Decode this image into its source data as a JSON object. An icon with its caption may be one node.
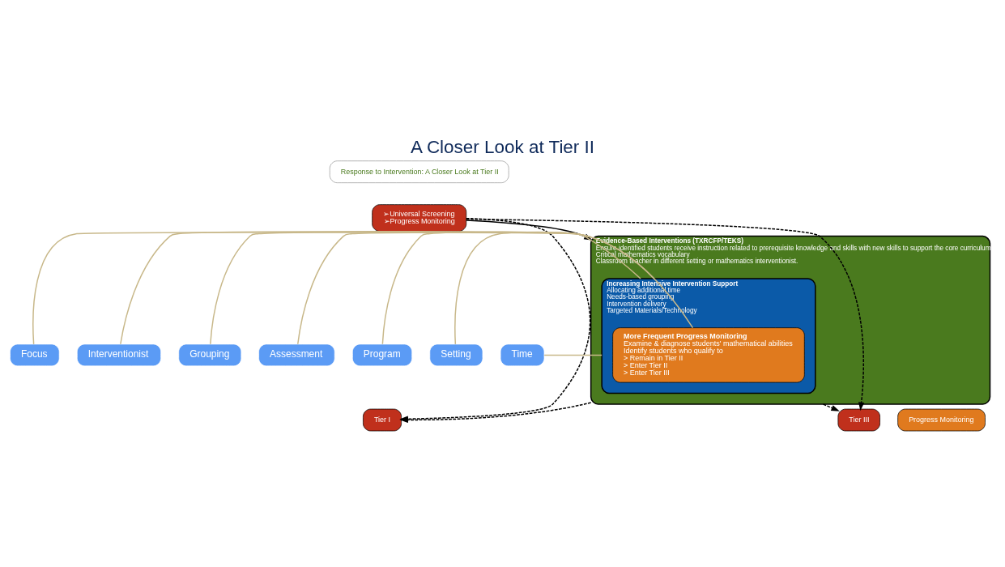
{
  "diagram": {
    "title": "A Closer Look at Tier II",
    "nodes": [
      {
        "text": [
          "Response to Intervention: A Closer Look at Tier II"
        ]
      },
      {
        "text": [
          "➢Universal Screening",
          "➢Progress Monitoring"
        ]
      },
      {
        "text": [
          "Evidence-Based Interventions (TXRCFP/TEKS)",
          "Ensure identified students receive instruction related to prerequisite knowledge and skills with new skills to support the core curriculum.",
          "Critical mathematics vocabulary",
          "Classroom teacher in different setting or mathematics interventionist."
        ]
      },
      {
        "text": [
          "Increasing Intensive Intervention Support",
          "Allocating additional time",
          "Needs-based grouping",
          "Intervention delivery",
          "Targeted Materials/Technology"
        ],
        "in": 2
      },
      {
        "text": [
          "More Frequent Progress Monitoring",
          "Examine & diagnose students' mathematical abilities",
          "Identify students who qualify to",
          "> Remain in Tier II",
          "> Enter Tier II",
          "> Enter Tier III"
        ],
        "in": 3
      },
      {
        "text": [
          "Tier I"
        ]
      },
      {
        "text": [
          "Tier III"
        ]
      },
      {
        "text": [
          "Progress Monitoring"
        ]
      },
      {
        "text": [
          "Focus"
        ]
      },
      {
        "text": [
          "Interventionist"
        ]
      },
      {
        "text": [
          "Grouping"
        ]
      },
      {
        "text": [
          "Assessment"
        ]
      },
      {
        "text": [
          "Program"
        ]
      },
      {
        "text": [
          "Setting"
        ]
      },
      {
        "text": [
          "Time"
        ]
      }
    ],
    "edges": [
      {
        "from": 1,
        "to": 2,
        "arrow": "to",
        "color": "#000000"
      },
      {
        "from": 1,
        "to": 5,
        "arrow": "to",
        "style": "dashed",
        "color": "#000000"
      },
      {
        "from": 1,
        "to": 6,
        "arrow": "to",
        "style": "dashed",
        "color": "#000000"
      },
      {
        "from": 2,
        "to": 5,
        "arrow": "to",
        "style": "dashed",
        "color": "#000000"
      },
      {
        "from": 2,
        "to": 6,
        "arrow": "to",
        "style": "dashed",
        "color": "#000000"
      },
      {
        "from": 8,
        "to": 2,
        "arrow": "none",
        "color": "#c8b88a"
      },
      {
        "from": 9,
        "to": 2,
        "arrow": "none",
        "color": "#c8b88a"
      },
      {
        "from": 10,
        "to": 3,
        "arrow": "none",
        "color": "#c8b88a"
      },
      {
        "from": 11,
        "to": 4,
        "arrow": "none",
        "color": "#c8b88a"
      },
      {
        "from": 12,
        "to": 2,
        "arrow": "none",
        "color": "#c8b88a"
      },
      {
        "from": 13,
        "to": 3,
        "arrow": "none",
        "color": "#c8b88a"
      },
      {
        "from": 14,
        "to": 3,
        "arrow": "none",
        "color": "#c8b88a"
      }
    ]
  }
}
